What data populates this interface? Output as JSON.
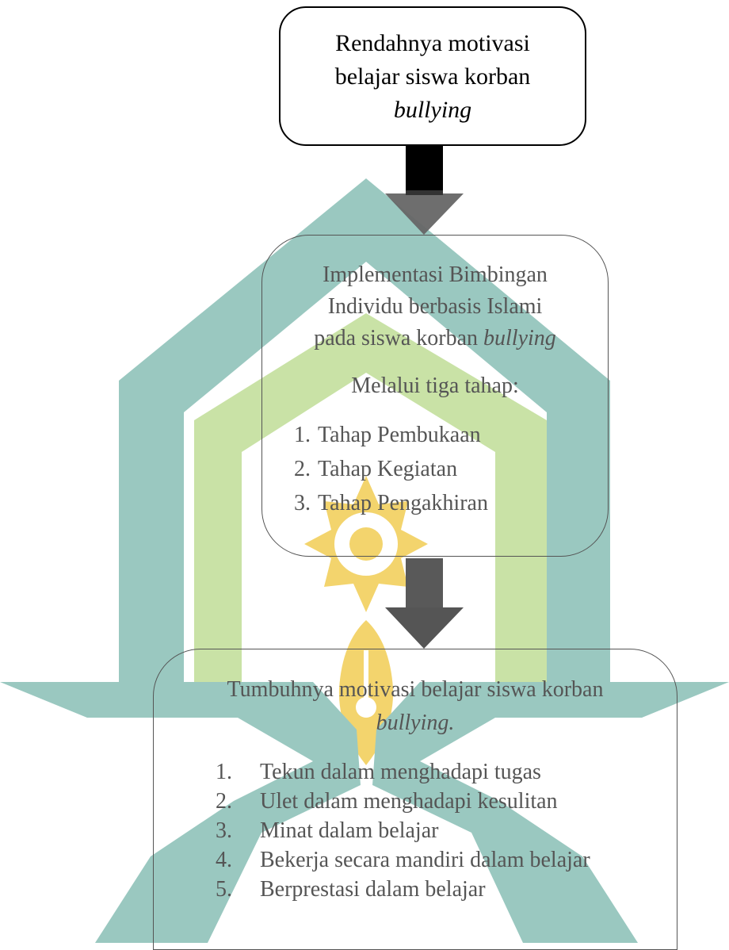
{
  "box1": {
    "lines": [
      "Rendahnya motivasi",
      "belajar siswa korban"
    ],
    "italic_line": "bullying"
  },
  "box2": {
    "lines": [
      "Implementasi Bimbingan",
      "Individu berbasis Islami"
    ],
    "line3_prefix": "pada siswa korban ",
    "line3_italic": "bullying",
    "sub_heading": "Melalui tiga tahap:",
    "steps": [
      {
        "num": "1.",
        "text": "Tahap Pembukaan"
      },
      {
        "num": "2.",
        "text": "Tahap Kegiatan"
      },
      {
        "num": "3.",
        "text": "Tahap Pengakhiran"
      }
    ]
  },
  "box3": {
    "line1": "Tumbuhnya motivasi belajar siswa korban",
    "italic_line": "bullying.",
    "items": [
      {
        "num": "1.",
        "text": "Tekun dalam menghadapi tugas"
      },
      {
        "num": "2.",
        "text": "Ulet dalam menghadapi kesulitan"
      },
      {
        "num": "3.",
        "text": "Minat dalam belajar"
      },
      {
        "num": "4.",
        "text": "Bekerja secara mandiri dalam belajar"
      },
      {
        "num": "5.",
        "text": "Berprestasi dalam belajar"
      }
    ]
  },
  "colors": {
    "watermark_teal": "#9ac8c0",
    "watermark_green": "#c9e2a6",
    "watermark_gold": "#f3d46d",
    "arrow_dark": "#000000",
    "arrow_gray": "#666666"
  }
}
